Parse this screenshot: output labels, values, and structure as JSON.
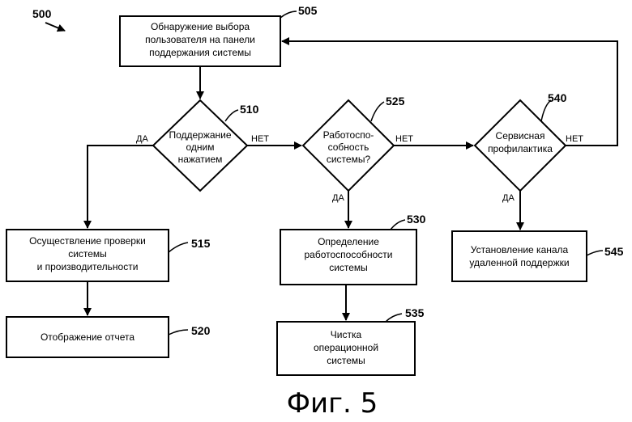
{
  "figure_ref": "500",
  "caption": "Фиг. 5",
  "nodes": {
    "n505": {
      "ref": "505",
      "lines": [
        "Обнаружение выбора",
        "пользователя на панели",
        "поддержания системы"
      ]
    },
    "n510": {
      "ref": "510",
      "lines": [
        "Поддержание",
        "одним",
        "нажатием"
      ]
    },
    "n525": {
      "ref": "525",
      "lines": [
        "Работоспо-",
        "собность",
        "системы?"
      ]
    },
    "n540": {
      "ref": "540",
      "lines": [
        "Сервисная",
        "профилактика"
      ]
    },
    "n515": {
      "ref": "515",
      "lines": [
        "Осуществление проверки",
        "системы",
        "и производительности"
      ]
    },
    "n520": {
      "ref": "520",
      "lines": [
        "Отображение отчета"
      ]
    },
    "n530": {
      "ref": "530",
      "lines": [
        "Определение",
        "работоспособности",
        "системы"
      ]
    },
    "n535": {
      "ref": "535",
      "lines": [
        "Чистка",
        "операционной",
        "системы"
      ]
    },
    "n545": {
      "ref": "545",
      "lines": [
        "Установление канала",
        "удаленной поддержки"
      ]
    }
  },
  "edge_labels": {
    "yes": "ДА",
    "no": "НЕТ"
  }
}
